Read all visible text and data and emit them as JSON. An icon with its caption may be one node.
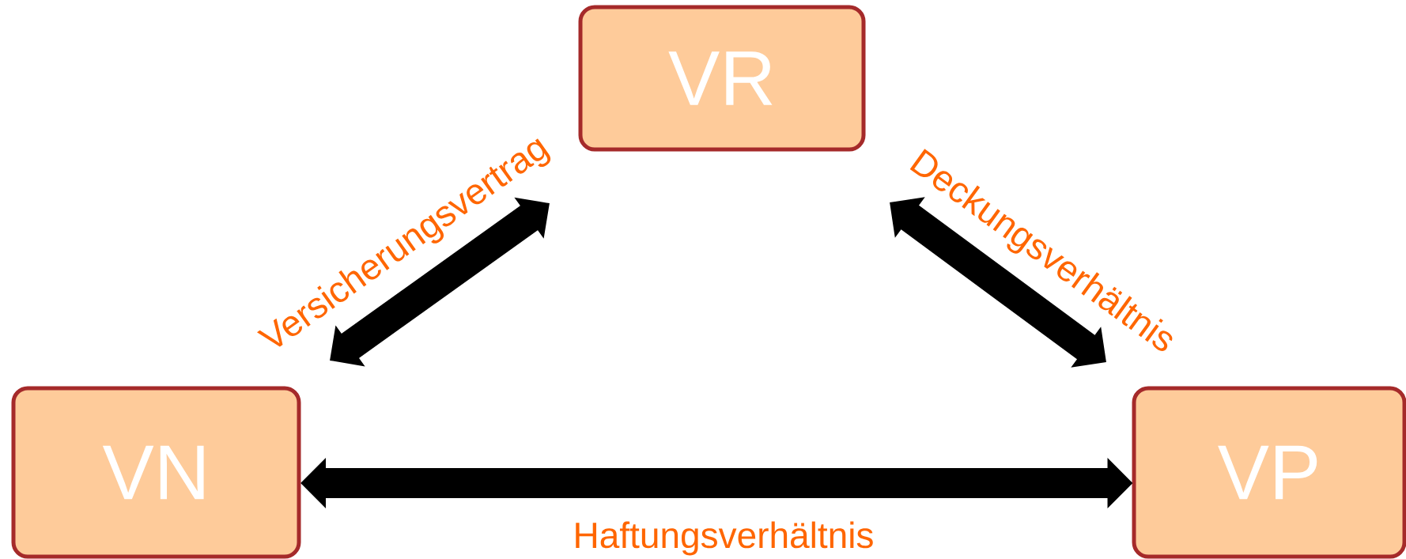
{
  "diagram": {
    "nodes": [
      {
        "text": [
          "VN"
        ]
      },
      {
        "text": [
          "VR"
        ]
      },
      {
        "text": [
          "VP"
        ]
      }
    ],
    "edges": [
      {
        "from": 0,
        "to": 1,
        "arrow": "both",
        "label": "Versicherungsvertrag"
      },
      {
        "from": 1,
        "to": 2,
        "arrow": "both",
        "label": "Deckungsverhältnis"
      },
      {
        "from": 0,
        "to": 2,
        "arrow": "both",
        "label": "Haftungsverhältnis"
      }
    ]
  }
}
